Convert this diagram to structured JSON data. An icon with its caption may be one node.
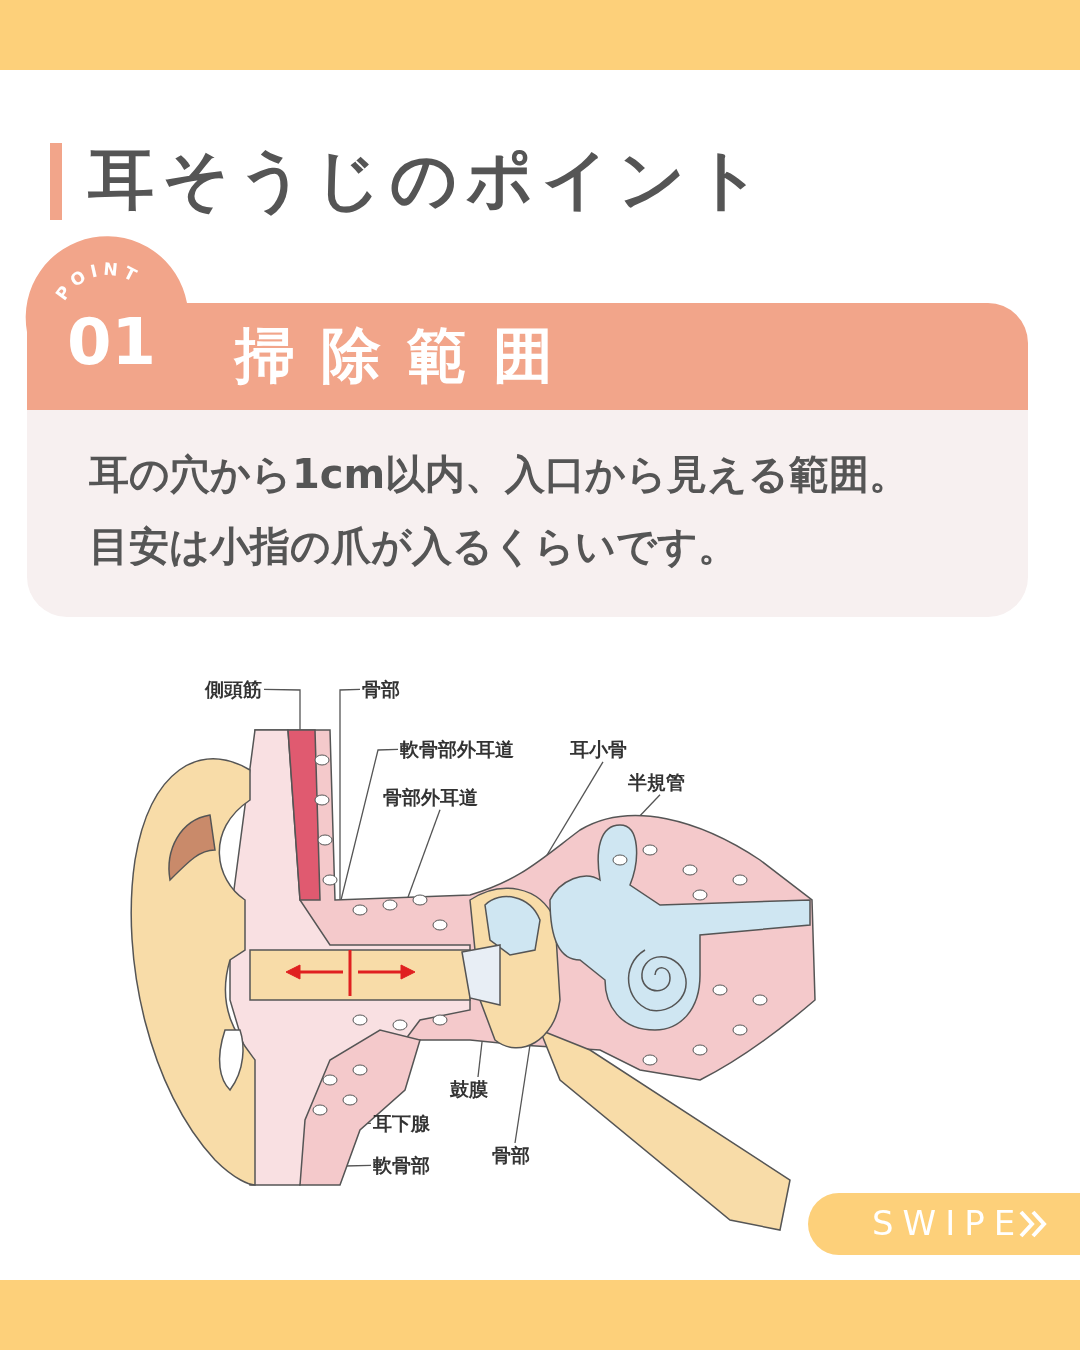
{
  "diagram": {
    "title": "耳そうじのポイント",
    "nodes": [
      {
        "text": [
          "POINT",
          "01",
          "掃除範囲"
        ]
      },
      {
        "text": [
          "耳の穴から1cm以内、入口から見える範囲。",
          "目安は小指の爪が入るくらいです。"
        ]
      },
      {
        "text": [
          "側頭筋"
        ]
      },
      {
        "text": [
          "骨部"
        ]
      },
      {
        "text": [
          "軟骨部外耳道"
        ]
      },
      {
        "text": [
          "耳小骨"
        ]
      },
      {
        "text": [
          "半規管"
        ]
      },
      {
        "text": [
          "骨部外耳道"
        ]
      },
      {
        "text": [
          "鼓膜"
        ]
      },
      {
        "text": [
          "耳下腺"
        ]
      },
      {
        "text": [
          "軟骨部"
        ]
      },
      {
        "text": [
          "骨部"
        ]
      },
      {
        "text": [
          "SWIPE"
        ]
      },
      {
        "text": [],
        "shape": "bar"
      },
      {
        "text": [],
        "shape": "bar"
      }
    ],
    "edges": [
      {
        "from": 2,
        "to": null,
        "arrow": "none"
      },
      {
        "from": 3,
        "to": null,
        "arrow": "none"
      },
      {
        "from": 4,
        "to": null,
        "arrow": "none"
      },
      {
        "from": 5,
        "to": null,
        "arrow": "none"
      },
      {
        "from": 6,
        "to": null,
        "arrow": "none"
      },
      {
        "from": 7,
        "to": null,
        "arrow": "none"
      },
      {
        "from": 8,
        "to": null,
        "arrow": "none"
      },
      {
        "from": 9,
        "to": null,
        "arrow": "none"
      },
      {
        "from": 10,
        "to": null,
        "arrow": "none"
      },
      {
        "from": 11,
        "to": null,
        "arrow": "none"
      }
    ]
  }
}
